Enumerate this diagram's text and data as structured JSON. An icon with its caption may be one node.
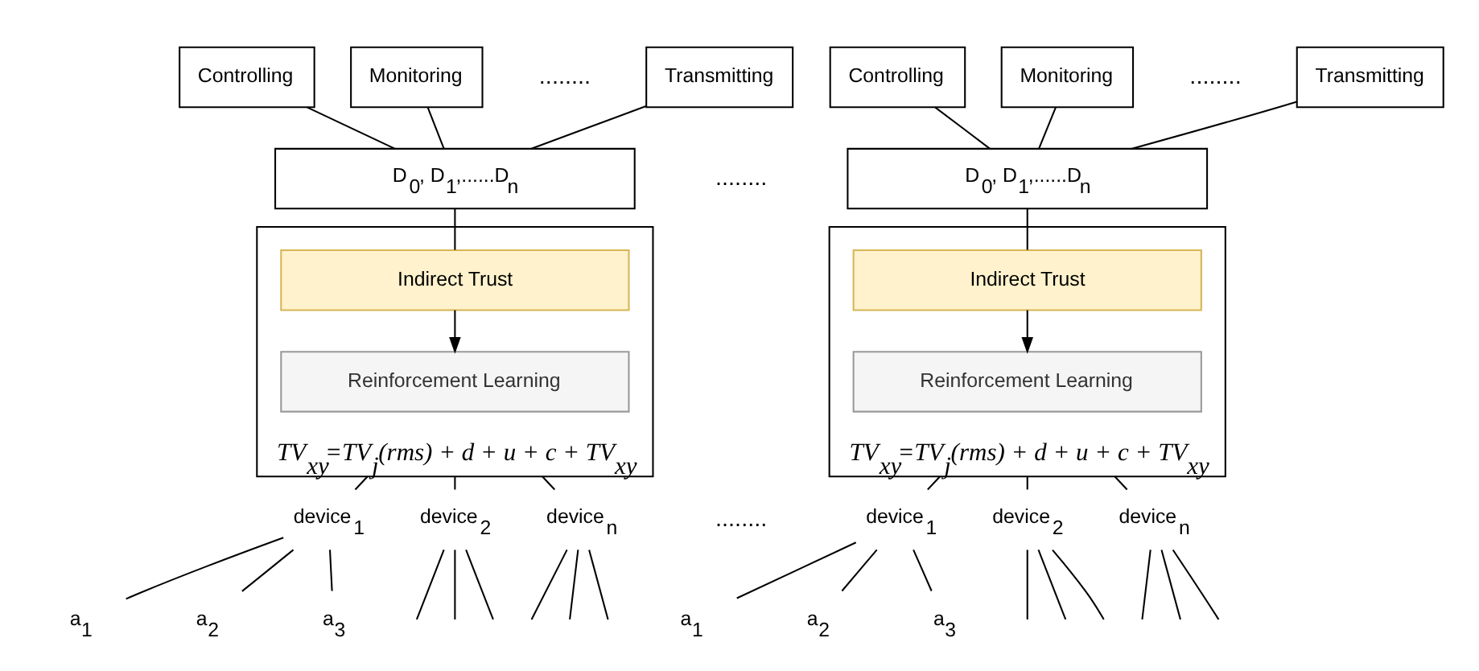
{
  "diagram": {
    "nodes": [
      {
        "text": [
          "Controlling"
        ]
      },
      {
        "text": [
          "Monitoring"
        ]
      },
      {
        "text": [
          "Transmitting"
        ]
      },
      {
        "text": [
          "D$_{0}$, D$_{1}$,......D$_{n}$"
        ]
      },
      {
        "text": [
          "TV$_{xy}$=TV$_{j}$(rms) + d + u + c + TV$_{xy}$"
        ]
      },
      {
        "text": [
          "Indirect Trust"
        ],
        "in": 4
      },
      {
        "text": [
          "Reinforcement Learning"
        ],
        "in": 4
      },
      {
        "text": [
          "device$_{1}$"
        ]
      },
      {
        "text": [
          "device$_{2}$"
        ]
      },
      {
        "text": [
          "device$_{n}$"
        ]
      },
      {
        "text": [
          "a$_{1}$"
        ]
      },
      {
        "text": [
          "a$_{2}$"
        ]
      },
      {
        "text": [
          "a$_{3}$"
        ]
      },
      {
        "text": [
          "Controlling"
        ]
      },
      {
        "text": [
          "Monitoring"
        ]
      },
      {
        "text": [
          "Transmitting"
        ]
      },
      {
        "text": [
          "D$_{0}$, D$_{1}$,......D$_{n}$"
        ]
      },
      {
        "text": [
          "TV$_{xy}$=TV$_{j}$(rms) + d + u + c + TV$_{xy}$"
        ]
      },
      {
        "text": [
          "Indirect Trust"
        ],
        "in": 17
      },
      {
        "text": [
          "Reinforcement Learning"
        ],
        "in": 17
      },
      {
        "text": [
          "device$_{1}$"
        ]
      },
      {
        "text": [
          "device$_{2}$"
        ]
      },
      {
        "text": [
          "device$_{n}$"
        ]
      },
      {
        "text": [
          "a$_{1}$"
        ]
      },
      {
        "text": [
          "a$_{2}$"
        ]
      },
      {
        "text": [
          "a$_{3}$"
        ]
      }
    ],
    "edges": [
      {
        "from": 0,
        "to": 3,
        "arrow": "none"
      },
      {
        "from": 1,
        "to": 3,
        "arrow": "none"
      },
      {
        "from": 2,
        "to": 3,
        "arrow": "none"
      },
      {
        "from": 3,
        "to": 5,
        "arrow": "none"
      },
      {
        "from": 5,
        "to": 6,
        "arrow": "to"
      },
      {
        "from": 4,
        "to": 7,
        "arrow": "none"
      },
      {
        "from": 4,
        "to": 8,
        "arrow": "none"
      },
      {
        "from": 4,
        "to": 9,
        "arrow": "none"
      },
      {
        "from": 7,
        "to": 10,
        "arrow": "none"
      },
      {
        "from": 7,
        "to": 11,
        "arrow": "none"
      },
      {
        "from": 7,
        "to": 12,
        "arrow": "none"
      },
      {
        "from": 8,
        "to": null,
        "arrow": "none"
      },
      {
        "from": 8,
        "to": null,
        "arrow": "none"
      },
      {
        "from": 8,
        "to": null,
        "arrow": "none"
      },
      {
        "from": 9,
        "to": null,
        "arrow": "none"
      },
      {
        "from": 9,
        "to": null,
        "arrow": "none"
      },
      {
        "from": 9,
        "to": null,
        "arrow": "none"
      },
      {
        "from": 13,
        "to": 16,
        "arrow": "none"
      },
      {
        "from": 14,
        "to": 16,
        "arrow": "none"
      },
      {
        "from": 15,
        "to": 16,
        "arrow": "none"
      },
      {
        "from": 16,
        "to": 18,
        "arrow": "none"
      },
      {
        "from": 18,
        "to": 19,
        "arrow": "to"
      },
      {
        "from": 17,
        "to": 20,
        "arrow": "none"
      },
      {
        "from": 17,
        "to": 21,
        "arrow": "none"
      },
      {
        "from": 17,
        "to": 22,
        "arrow": "none"
      },
      {
        "from": 20,
        "to": 23,
        "arrow": "none"
      },
      {
        "from": 20,
        "to": 24,
        "arrow": "none"
      },
      {
        "from": 20,
        "to": 25,
        "arrow": "none"
      },
      {
        "from": 21,
        "to": null,
        "arrow": "none"
      },
      {
        "from": 21,
        "to": null,
        "arrow": "none"
      },
      {
        "from": 21,
        "to": null,
        "arrow": "none"
      },
      {
        "from": 22,
        "to": null,
        "arrow": "none"
      },
      {
        "from": 22,
        "to": null,
        "arrow": "none"
      },
      {
        "from": 22,
        "to": null,
        "arrow": "none"
      }
    ],
    "labels": [
      "........",
      "........",
      "........",
      "........"
    ]
  }
}
